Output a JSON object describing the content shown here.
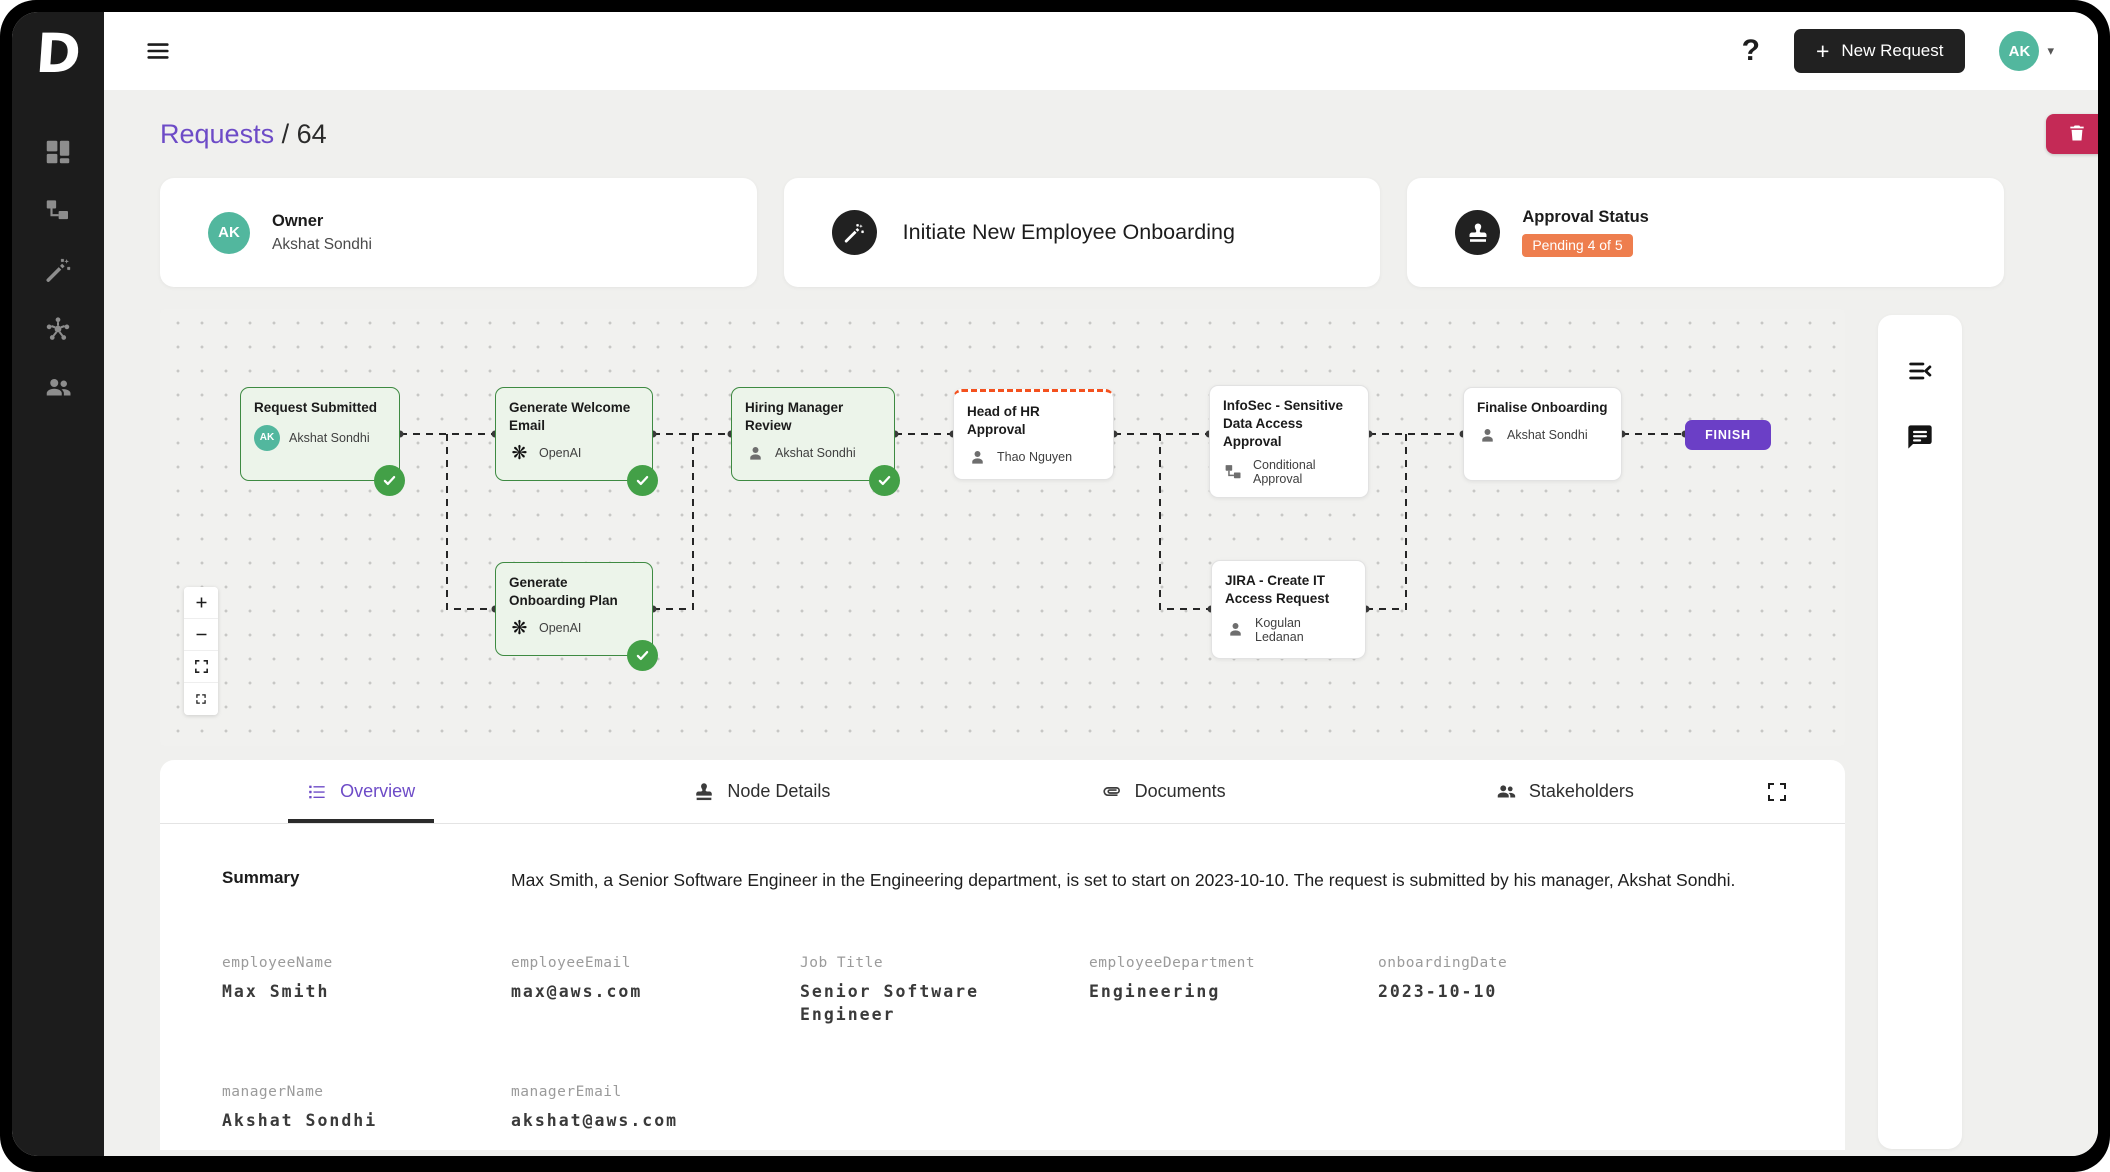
{
  "window": {
    "logo": "D"
  },
  "sidebar": {
    "items": [
      {
        "icon": "dashboard-icon"
      },
      {
        "icon": "tree-icon"
      },
      {
        "icon": "wand-icon"
      },
      {
        "icon": "hub-icon"
      },
      {
        "icon": "people-icon"
      }
    ]
  },
  "topbar": {
    "help": "?",
    "new_request": "New Request",
    "avatar": "AK"
  },
  "breadcrumb": {
    "section": "Requests",
    "separator": " / ",
    "count": "64"
  },
  "cards": {
    "owner": {
      "avatar": "AK",
      "title": "Owner",
      "name": "Akshat Sondhi"
    },
    "workflow": {
      "icon": "wand-icon",
      "title": "Initiate New Employee Onboarding"
    },
    "approval": {
      "icon": "stamp-icon",
      "title": "Approval Status",
      "badge": "Pending 4 of 5"
    }
  },
  "canvas": {
    "nodes": [
      {
        "title": "Request Submitted",
        "assignee": "Akshat Sondhi",
        "assignee_icon": "avatar",
        "avatar": "AK",
        "state": "done"
      },
      {
        "title": "Generate Welcome Email",
        "assignee": "OpenAI",
        "assignee_icon": "openai-icon",
        "state": "done"
      },
      {
        "title": "Generate Onboarding Plan",
        "assignee": "OpenAI",
        "assignee_icon": "openai-icon",
        "state": "done"
      },
      {
        "title": "Hiring Manager Review",
        "assignee": "Akshat Sondhi",
        "assignee_icon": "person-icon",
        "state": "done"
      },
      {
        "title": "Head of HR Approval",
        "assignee": "Thao Nguyen",
        "assignee_icon": "person-icon",
        "state": "active"
      },
      {
        "title": "InfoSec - Sensitive Data Access Approval",
        "assignee": "Conditional Approval",
        "assignee_icon": "tree-icon",
        "state": "pending"
      },
      {
        "title": "JIRA - Create IT Access Request",
        "assignee": "Kogulan Ledanan",
        "assignee_icon": "person-icon",
        "state": "pending"
      },
      {
        "title": "Finalise Onboarding",
        "assignee": "Akshat Sondhi",
        "assignee_icon": "person-icon",
        "state": "pending"
      }
    ],
    "finish": "FINISH",
    "controls": [
      {
        "icon": "plus-icon"
      },
      {
        "icon": "minus-icon"
      },
      {
        "icon": "fit-view-icon"
      },
      {
        "icon": "frame-icon"
      }
    ]
  },
  "panel": {
    "icons": [
      "collapse-icon",
      "chat-icon"
    ]
  },
  "tabs": [
    {
      "label": "Overview",
      "icon": "list-icon",
      "active": true
    },
    {
      "label": "Node Details",
      "icon": "stamp-icon",
      "active": false
    },
    {
      "label": "Documents",
      "icon": "attachment-icon",
      "active": false
    },
    {
      "label": "Stakeholders",
      "icon": "people-icon",
      "active": false
    }
  ],
  "overview": {
    "summary_label": "Summary",
    "summary_text": "Max Smith, a Senior Software Engineer in the Engineering department, is set to start on 2023-10-10. The request is submitted by his manager, Akshat Sondhi.",
    "fields": [
      {
        "label": "employeeName",
        "value": "Max Smith"
      },
      {
        "label": "employeeEmail",
        "value": "max@aws.com"
      },
      {
        "label": "Job Title",
        "value": "Senior Software Engineer"
      },
      {
        "label": "employeeDepartment",
        "value": "Engineering"
      },
      {
        "label": "onboardingDate",
        "value": "2023-10-10"
      },
      {
        "label": "managerName",
        "value": "Akshat Sondhi"
      },
      {
        "label": "managerEmail",
        "value": "akshat@aws.com"
      }
    ]
  },
  "colors": {
    "accent_purple": "#6d4bc7",
    "finish_purple": "#6b3fc6",
    "teal": "#52b79e",
    "green": "#43a047",
    "node_green_border": "#3e8a42",
    "node_green_bg": "#ecf4ea",
    "orange_badge": "#ee7e4e",
    "active_orange": "#f4511e",
    "delete_red": "#c42a56",
    "dark": "#212121"
  }
}
